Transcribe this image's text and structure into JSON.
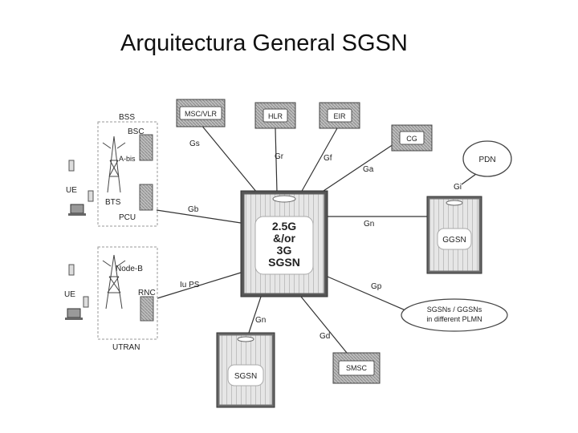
{
  "title": "Arquitectura General SGSN",
  "nodes": {
    "msc_vlr": "MSC/VLR",
    "hlr": "HLR",
    "eir": "EIR",
    "cg": "CG",
    "pdn": "PDN",
    "ggsn": "GGSN",
    "sgsn_main_lines": [
      "2.5G",
      "&/or",
      "3G",
      "SGSN"
    ],
    "sgsn_bottom": "SGSN",
    "smsc": "SMSC",
    "other_plmn_lines": [
      "SGSNs / GGSNs",
      "in different PLMN"
    ]
  },
  "access": {
    "bss": "BSS",
    "bsc": "BSC",
    "abis": "A-bis",
    "bts": "BTS",
    "pcu": "PCU",
    "ue_top": "UE",
    "node_b": "Node-B",
    "rnc": "RNC",
    "ue_bottom": "UE",
    "utran": "UTRAN"
  },
  "interfaces": {
    "gs": "Gs",
    "gr": "Gr",
    "gf": "Gf",
    "ga": "Ga",
    "gi": "Gi",
    "gb": "Gb",
    "gn_right": "Gn",
    "iu_ps": "Iu PS",
    "gp": "Gp",
    "gn_bottom": "Gn",
    "gd": "Gd"
  }
}
